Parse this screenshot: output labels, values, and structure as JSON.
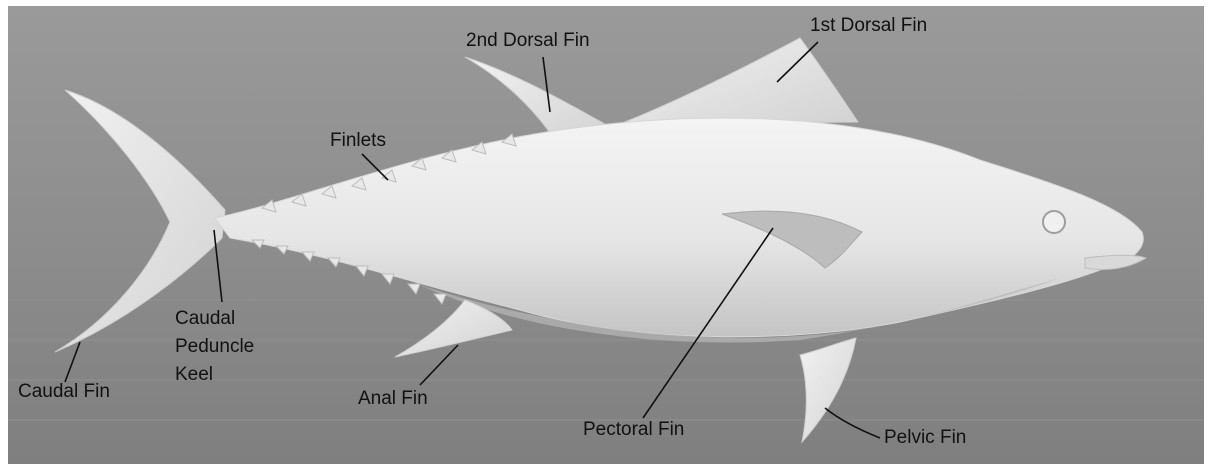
{
  "diagram": {
    "subject": "tuna-3d-model",
    "colors": {
      "background": "#8e8e8e",
      "fish_body": "#ececec",
      "fish_shadow": "#bdbdbd",
      "leader_line": "#111111",
      "label_text": "#111111"
    },
    "labels": {
      "dorsal_fin_2": "2nd Dorsal Fin",
      "dorsal_fin_1": "1st Dorsal Fin",
      "finlets": "Finlets",
      "caudal_peduncle_keel": [
        "Caudal",
        "Peduncle",
        "Keel"
      ],
      "caudal_fin": "Caudal Fin",
      "anal_fin": "Anal Fin",
      "pectoral_fin": "Pectoral Fin",
      "pelvic_fin": "Pelvic Fin"
    }
  }
}
